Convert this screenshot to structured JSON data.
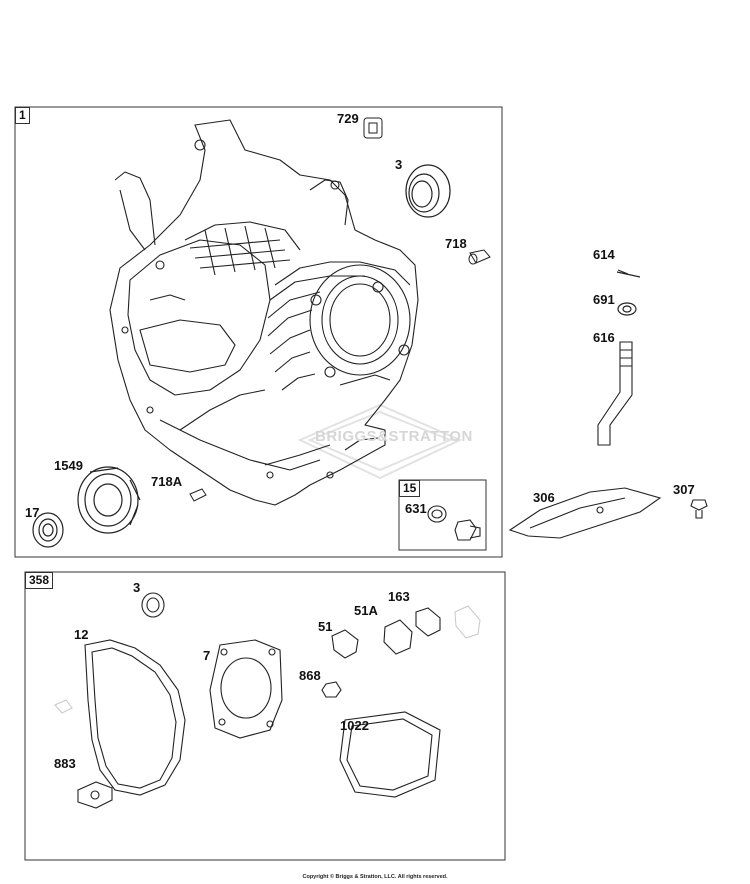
{
  "groups": {
    "main": "1",
    "plug_kit": "15",
    "gasket_set": "358"
  },
  "parts": {
    "p729": "729",
    "p3": "3",
    "p718": "718",
    "p614": "614",
    "p691": "691",
    "p616": "616",
    "p1549": "1549",
    "p718a": "718A",
    "p17": "17",
    "p631": "631",
    "p306": "306",
    "p307": "307",
    "g3": "3",
    "g12": "12",
    "g7": "7",
    "g51": "51",
    "g51a": "51A",
    "g163": "163",
    "g868": "868",
    "g1022": "1022",
    "g883": "883"
  },
  "watermark": "BRIGGS&STRATTON",
  "copyright": "Copyright © Briggs & Stratton, LLC. All rights reserved.",
  "colors": {
    "line": "#222222",
    "frame": "#333333",
    "watermark": "#d6d6d6"
  }
}
